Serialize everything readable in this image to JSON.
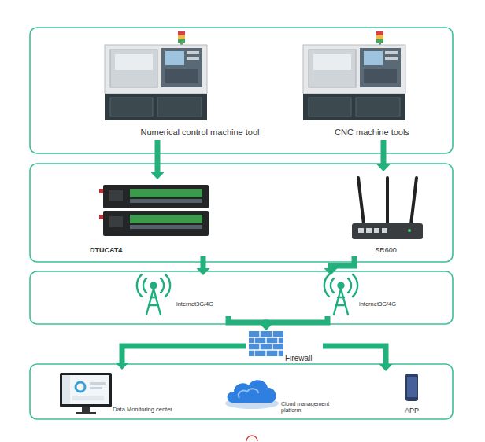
{
  "diagram": {
    "nodes": [
      {
        "text": [
          "Numerical control machine tool"
        ]
      },
      {
        "text": [
          "CNC machine tools"
        ]
      },
      {
        "text": [
          "DTUCAT4"
        ]
      },
      {
        "text": [
          "SR600"
        ]
      },
      {
        "text": [
          "internet3G/4G"
        ]
      },
      {
        "text": [
          "internet3G/4G"
        ]
      },
      {
        "text": [
          "Firewall"
        ]
      },
      {
        "text": [
          "Data Monitoring center"
        ]
      },
      {
        "text": [
          "Cloud management platform"
        ]
      },
      {
        "text": [
          "APP"
        ]
      }
    ],
    "edges": [
      {
        "from": 0,
        "to": 2,
        "arrow": "to"
      },
      {
        "from": 1,
        "to": 3,
        "arrow": "to"
      },
      {
        "from": 2,
        "to": 4,
        "arrow": "to"
      },
      {
        "from": 3,
        "to": 5,
        "arrow": "to"
      },
      {
        "from": 4,
        "to": 6,
        "arrow": "to"
      },
      {
        "from": 5,
        "to": 6,
        "arrow": "to"
      },
      {
        "from": 6,
        "to": 7,
        "arrow": "to"
      },
      {
        "from": 6,
        "to": 9,
        "arrow": "to"
      }
    ]
  }
}
